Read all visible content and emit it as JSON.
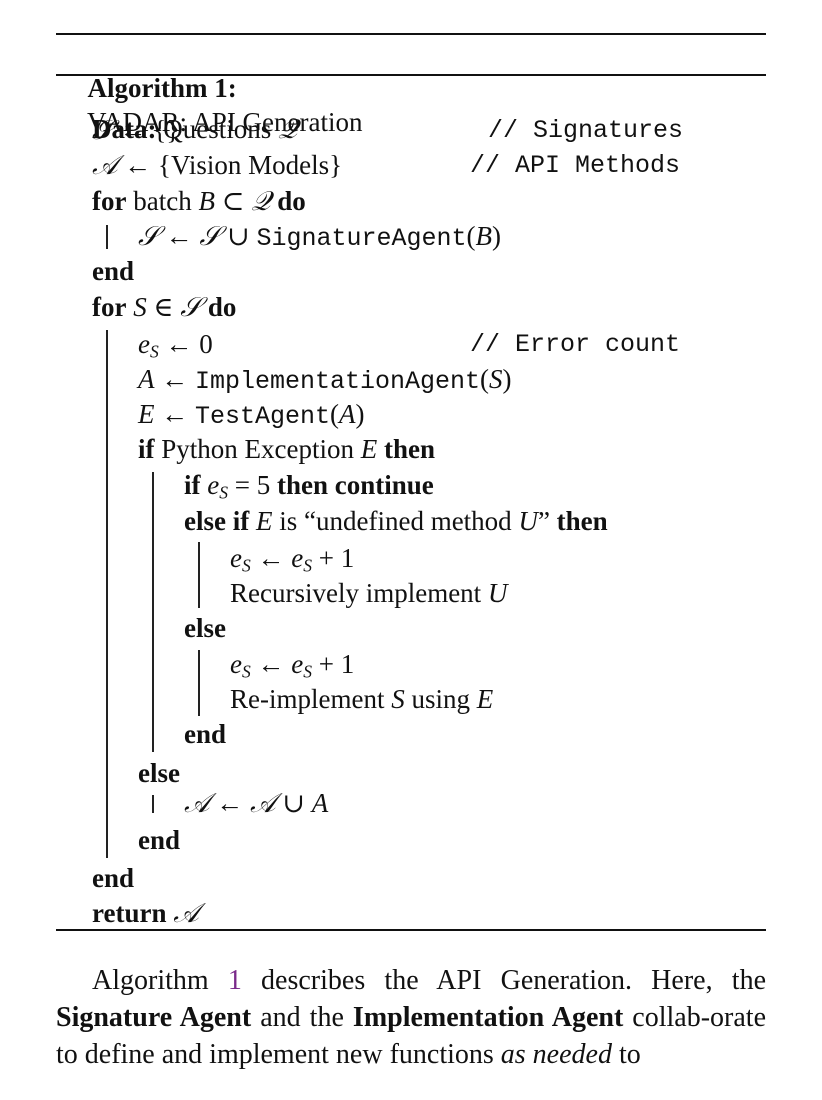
{
  "algorithm": {
    "label": "Algorithm 1:",
    "title": "VADAR: API Generation",
    "lines": {
      "data_kw": "Data:",
      "data_text": "Questions",
      "sym_Q": "𝒬",
      "sym_S": "𝒮",
      "sym_A": "𝒜",
      "empty_set": "{}",
      "comment_signatures": "// Signatures",
      "vision_models": "{Vision Models}",
      "comment_api": "// API Methods",
      "for_kw": "for",
      "batch_text": "batch",
      "do_kw": "do",
      "signature_agent": "SignatureAgent",
      "end_kw": "end",
      "zero": "0",
      "comment_error": "// Error count",
      "implementation_agent": "ImplementationAgent",
      "test_agent": "TestAgent",
      "if_kw": "if",
      "python_exception": "Python Exception",
      "then_kw": "then",
      "five": "5",
      "continue_kw": "continue",
      "else_if_kw": "else if",
      "is_text": "is “undefined method",
      "close_quote": "”",
      "plus_one": "+ 1",
      "recursively": "Recursively implement",
      "else_kw": "else",
      "reimplement": "Re-implement",
      "using_text": "using",
      "return_kw": "return"
    }
  },
  "paragraph": {
    "t1": "Algorithm ",
    "ref": "1",
    "t2": " describes the API Generation.  Here, the ",
    "b1": "Signature Agent",
    "t3": " and the ",
    "b2": "Implementation Agent",
    "t4": " collab-orate to define and implement new functions ",
    "em": "as needed",
    "t5": " to"
  }
}
